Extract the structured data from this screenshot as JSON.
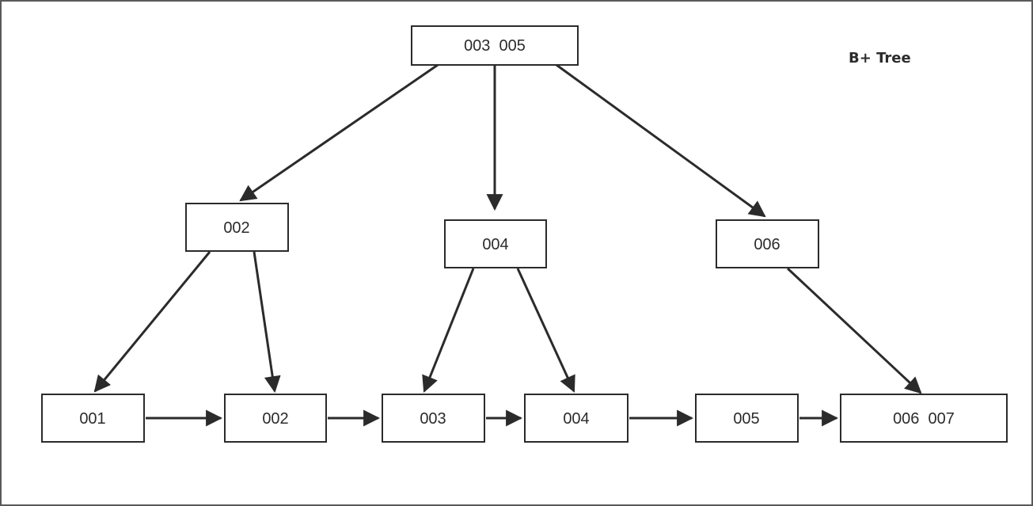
{
  "diagram": {
    "title": "B+ Tree",
    "nodes": {
      "root": "003  005",
      "inner_002": "002",
      "inner_004": "004",
      "inner_006": "006",
      "leaf_001": "001",
      "leaf_002": "002",
      "leaf_003": "003",
      "leaf_004": "004",
      "leaf_005": "005",
      "leaf_006_007": "006  007"
    },
    "colors": {
      "line": "#2b2b2b",
      "frame": "#5a5a5a",
      "background": "#ffffff"
    }
  }
}
